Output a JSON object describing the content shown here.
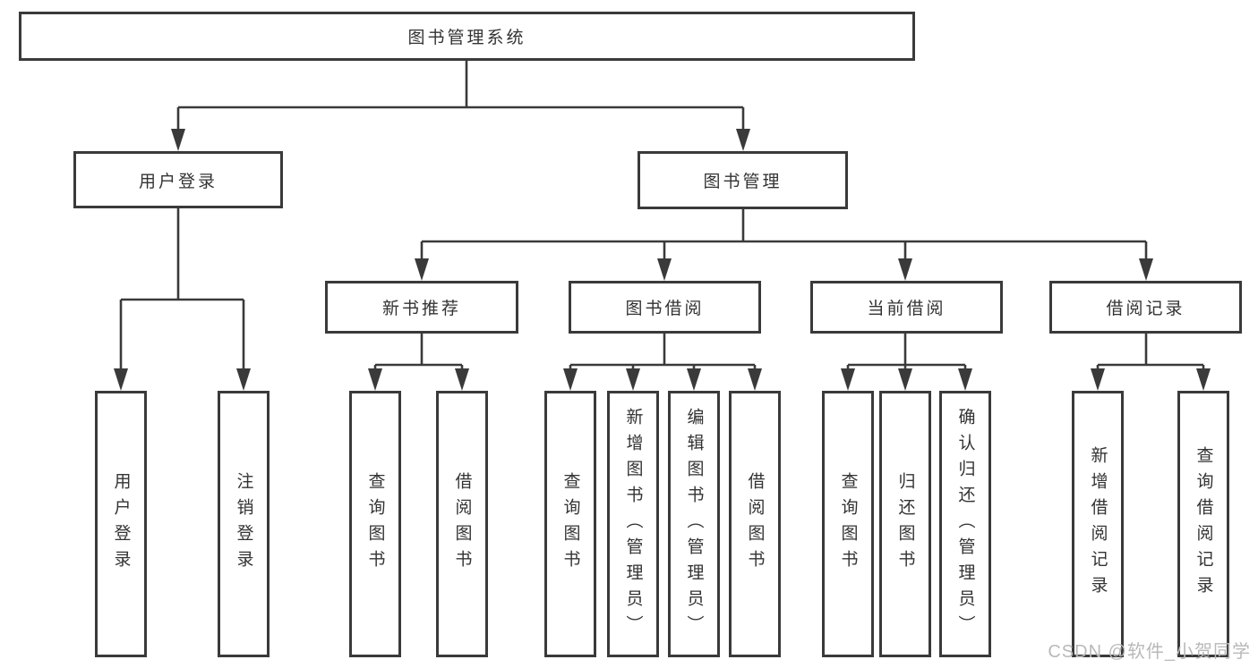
{
  "diagram": {
    "root": {
      "label": "图书管理系统"
    },
    "branches": [
      {
        "label": "用户登录",
        "children": [
          {
            "label": "用户登录"
          },
          {
            "label": "注销登录"
          }
        ]
      },
      {
        "label": "图书管理",
        "children": [
          {
            "label": "新书推荐",
            "children": [
              {
                "label": "查询图书"
              },
              {
                "label": "借阅图书"
              }
            ]
          },
          {
            "label": "图书借阅",
            "children": [
              {
                "label": "查询图书"
              },
              {
                "label": "新增图书（管理员）"
              },
              {
                "label": "编辑图书（管理员）"
              },
              {
                "label": "借阅图书"
              }
            ]
          },
          {
            "label": "当前借阅",
            "children": [
              {
                "label": "查询图书"
              },
              {
                "label": "归还图书"
              },
              {
                "label": "确认归还（管理员）"
              }
            ]
          },
          {
            "label": "借阅记录",
            "children": [
              {
                "label": "新增借阅记录"
              },
              {
                "label": "查询借阅记录"
              }
            ]
          }
        ]
      }
    ]
  },
  "watermark": {
    "text": "CSDN @软件_小贺同学"
  },
  "colors": {
    "line": "#3a3a3a",
    "text": "#333333",
    "box_fill": "#ffffff",
    "watermark": "#b9b9b9"
  }
}
